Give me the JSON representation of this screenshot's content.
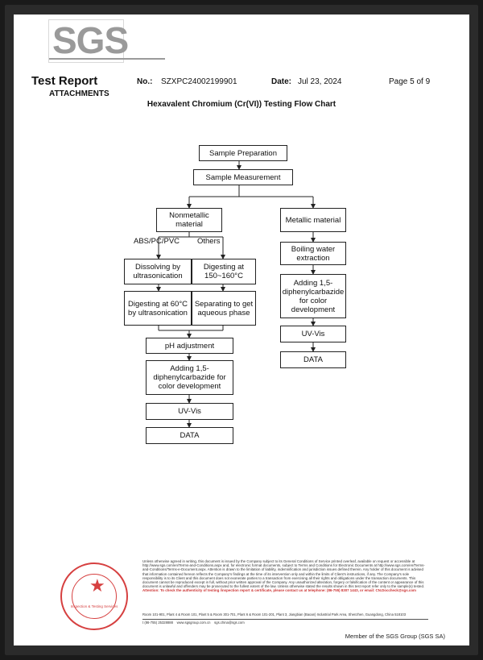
{
  "header": {
    "logo": "SGS",
    "title": "Test Report",
    "attachments": "ATTACHMENTS",
    "no_label": "No.:",
    "no_value": "SZXPC24002199901",
    "date_label": "Date:",
    "date_value": "Jul 23, 2024",
    "page": "Page 5 of 9"
  },
  "chart": {
    "title": "Hexavalent Chromium (Cr(VI)) Testing Flow Chart",
    "sample_prep": "Sample Preparation",
    "sample_meas": "Sample Measurement",
    "nonmetallic": "Nonmetallic material",
    "metallic": "Metallic material",
    "abs_label": "ABS/PC/PVC",
    "others_label": "Others",
    "dissolving": "Dissolving by ultrasonication",
    "digesting150": "Digesting at 150~160°C",
    "digesting60": "Digesting at 60°C by ultrasonication",
    "separating": "Separating to get aqueous phase",
    "ph": "pH adjustment",
    "adding_left": "Adding 1,5-diphenylcarbazide for color development",
    "uvvis_left": "UV-Vis",
    "data_left": "DATA",
    "boiling": "Boiling water extraction",
    "adding_right": "Adding 1,5-diphenylcarbazide for color development",
    "uvvis_right": "UV-Vis",
    "data_right": "DATA"
  },
  "footer": {
    "stamp_text": "Inspection & Testing Services",
    "fine_print": "Unless otherwise agreed in writing, this document is issued by the Company subject to its General Conditions of Service printed overleaf, available on request or accessible at http://www.sgs.com/en/Terms-and-Conditions.aspx and, for electronic format documents, subject to Terms and Conditions for Electronic Documents at http://www.sgs.com/en/Terms-and-Conditions/Terms-e-Document.aspx. Attention is drawn to the limitation of liability, indemnification and jurisdiction issues defined therein. Any holder of this document is advised that information contained hereon reflects the Company's findings at the time of its intervention only and within the limits of Client's instructions, if any. The Company's sole responsibility is to its Client and this document does not exonerate parties to a transaction from exercising all their rights and obligations under the transaction documents. This document cannot be reproduced except in full, without prior written approval of the Company. Any unauthorized alteration, forgery or falsification of the content or appearance of this document is unlawful and offenders may be prosecuted to the fullest extent of the law. Unless otherwise stated the results shown in this test report refer only to the sample(s) tested.",
    "attention": "Attention: To check the authenticity of testing /inspection report & certificate, please contact us at telephone: (86-755) 8307 1443, or email: CN.Doccheck@sgs.com",
    "address": "Room 101-901, Plant 4 & Room 101, Plant 5 & Room 301-701, Plant 6 & Room 101-201, Plant 3, Jiangbian (Baoan) Industrial Park Area, Shenzhen, Guangdong, China 518103",
    "phone": "t (86-755) 25328888",
    "web": "www.sgsgroup.com.cn",
    "email": "sgs.china@sgs.com",
    "member": "Member of the SGS Group (SGS SA)"
  }
}
